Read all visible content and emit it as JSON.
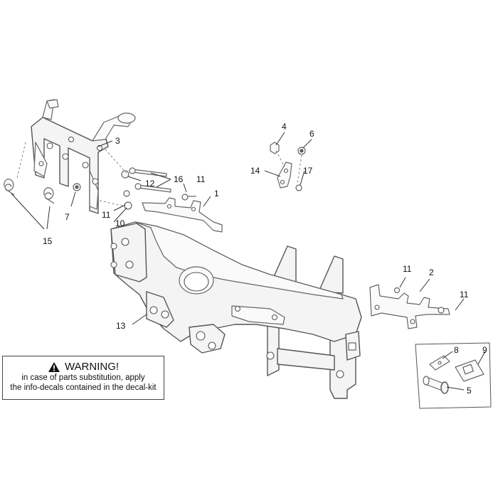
{
  "warning": {
    "title": "WARNING!",
    "line1": "in case of parts substitution, apply",
    "line2": "the info-decals contained in the decal-kit",
    "icon": "warning-triangle-icon"
  },
  "callouts": {
    "c1": "1",
    "c2": "2",
    "c3": "3",
    "c4": "4",
    "c5": "5",
    "c6": "6",
    "c7": "7",
    "c8": "8",
    "c9": "9",
    "c10": "10",
    "c11a": "11",
    "c11b": "11",
    "c11c": "11",
    "c11d": "11",
    "c12": "12",
    "c13": "13",
    "c14": "14",
    "c15": "15",
    "c16": "16",
    "c17": "17"
  }
}
